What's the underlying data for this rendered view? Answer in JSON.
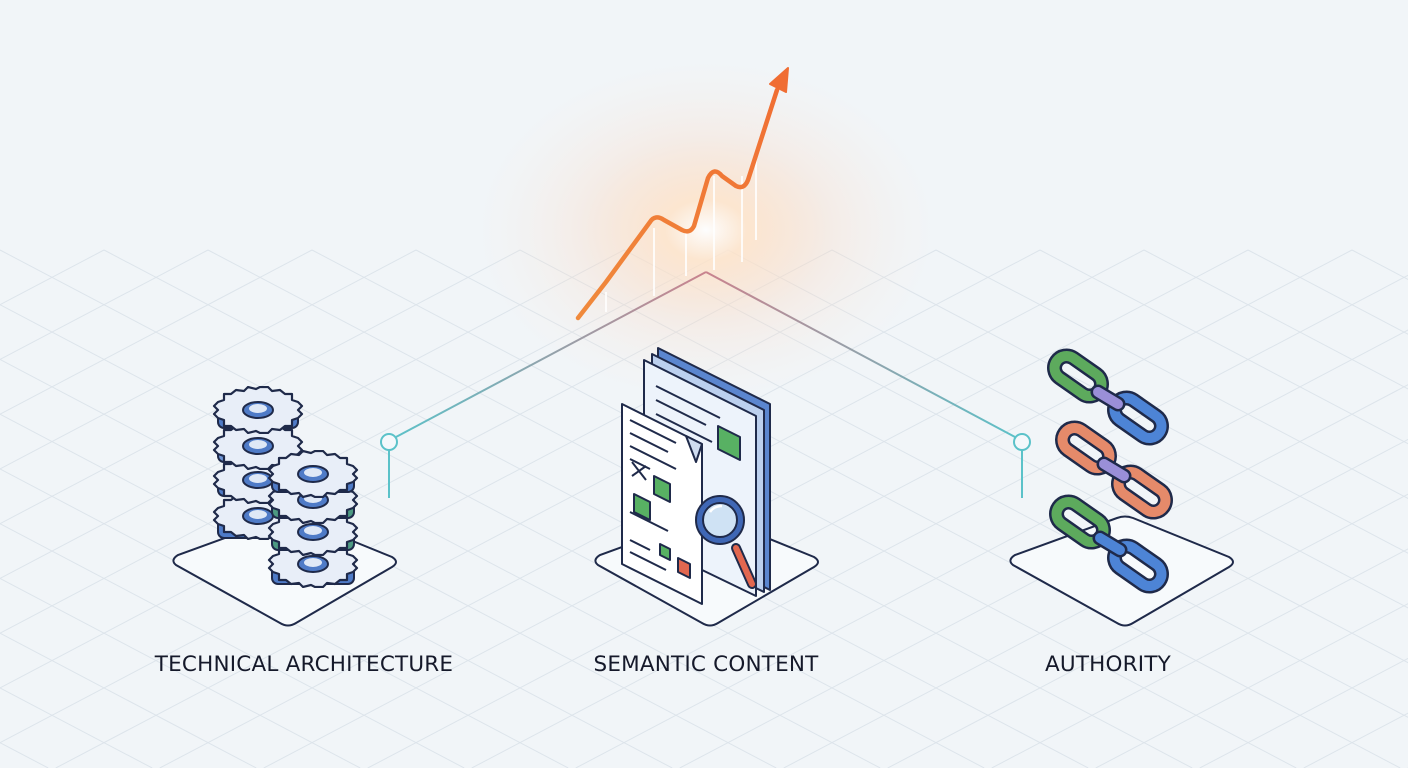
{
  "pillars": [
    {
      "label": "TECHNICAL ARCHITECTURE",
      "icon": "gears-icon"
    },
    {
      "label": "SEMANTIC CONTENT",
      "icon": "documents-magnifier-icon"
    },
    {
      "label": "AUTHORITY",
      "icon": "chain-links-icon"
    }
  ],
  "colors": {
    "background": "#f1f5f8",
    "grid_line": "#dbe3ea",
    "outline": "#1f2a4a",
    "gear_blue": "#4f7bc7",
    "gear_blue_light": "#7ea3dc",
    "gear_green": "#4d9a82",
    "doc_green": "#58b163",
    "doc_red": "#e2674f",
    "link_green": "#5daa5d",
    "link_blue": "#4d84d6",
    "link_coral": "#e58a6a",
    "link_purple": "#9a8fd8",
    "connector_teal": "#5bc2c9",
    "connector_rose": "#c9838e",
    "trend_orange": "#f07a35"
  }
}
